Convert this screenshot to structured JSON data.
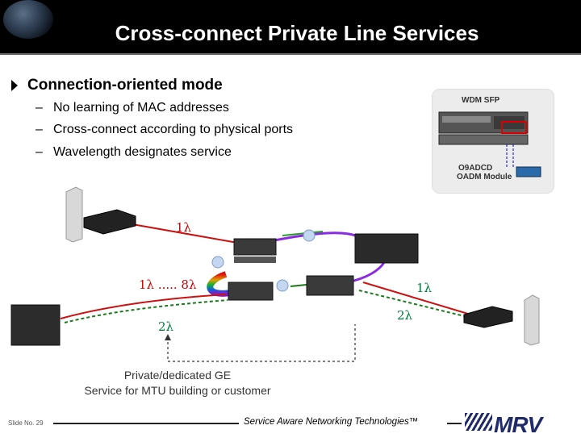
{
  "title": "Cross-connect Private Line Services",
  "bullet": "Connection-oriented mode",
  "subs": [
    "No learning of MAC addresses",
    "Cross-connect according to physical ports",
    "Wavelength designates service"
  ],
  "sub_dash": "–",
  "wdm": {
    "top_label": "WDM SFP",
    "bottom_label_1": "O9ADCD",
    "bottom_label_2": "OADM Module"
  },
  "labels": {
    "lambda_1_top": "1λ",
    "lambda_range": "1λ ..... 8λ",
    "lambda_1_right": "1λ",
    "lambda_2_left": "2λ",
    "lambda_2_right": "2λ"
  },
  "caption": [
    "Private/dedicated GE",
    "Service for MTU building or customer"
  ],
  "footer": {
    "slide": "Slide No. 29",
    "tagline": "Service Aware Networking Technologies™",
    "logo": "MRV"
  },
  "colors": {
    "title_bar": "#000000",
    "label_red": "#cc0000",
    "label_green": "#007a3d",
    "logo": "#1f2a6b"
  }
}
